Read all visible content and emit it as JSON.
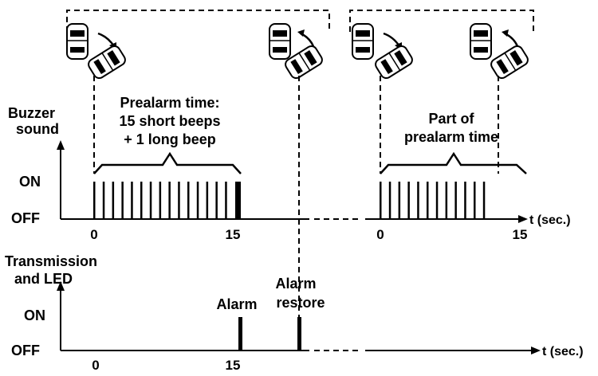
{
  "buzzer": {
    "label_line1": "Buzzer",
    "label_line2": "sound",
    "on": "ON",
    "off": "OFF",
    "prealarm_line1": "Prealarm time:",
    "prealarm_line2": "15 short beeps",
    "prealarm_line3": "+ 1 long beep",
    "part_line1": "Part of",
    "part_line2": "prealarm time",
    "tick_0a": "0",
    "tick_15a": "15",
    "tick_0b": "0",
    "tick_15b": "15",
    "axis_unit": "t (sec.)",
    "short_beeps_first": 15,
    "long_beeps_first": 1,
    "short_beeps_second": 12
  },
  "transmission": {
    "label_line1": "Transmission",
    "label_line2": "and LED",
    "on": "ON",
    "off": "OFF",
    "alarm": "Alarm",
    "restore_line1": "Alarm",
    "restore_line2": "restore",
    "tick_0": "0",
    "tick_15": "15",
    "axis_unit": "t (sec.)"
  },
  "icons": [
    "car-parked-icon",
    "car-tilted-icon",
    "tilt-arrow-icon"
  ]
}
